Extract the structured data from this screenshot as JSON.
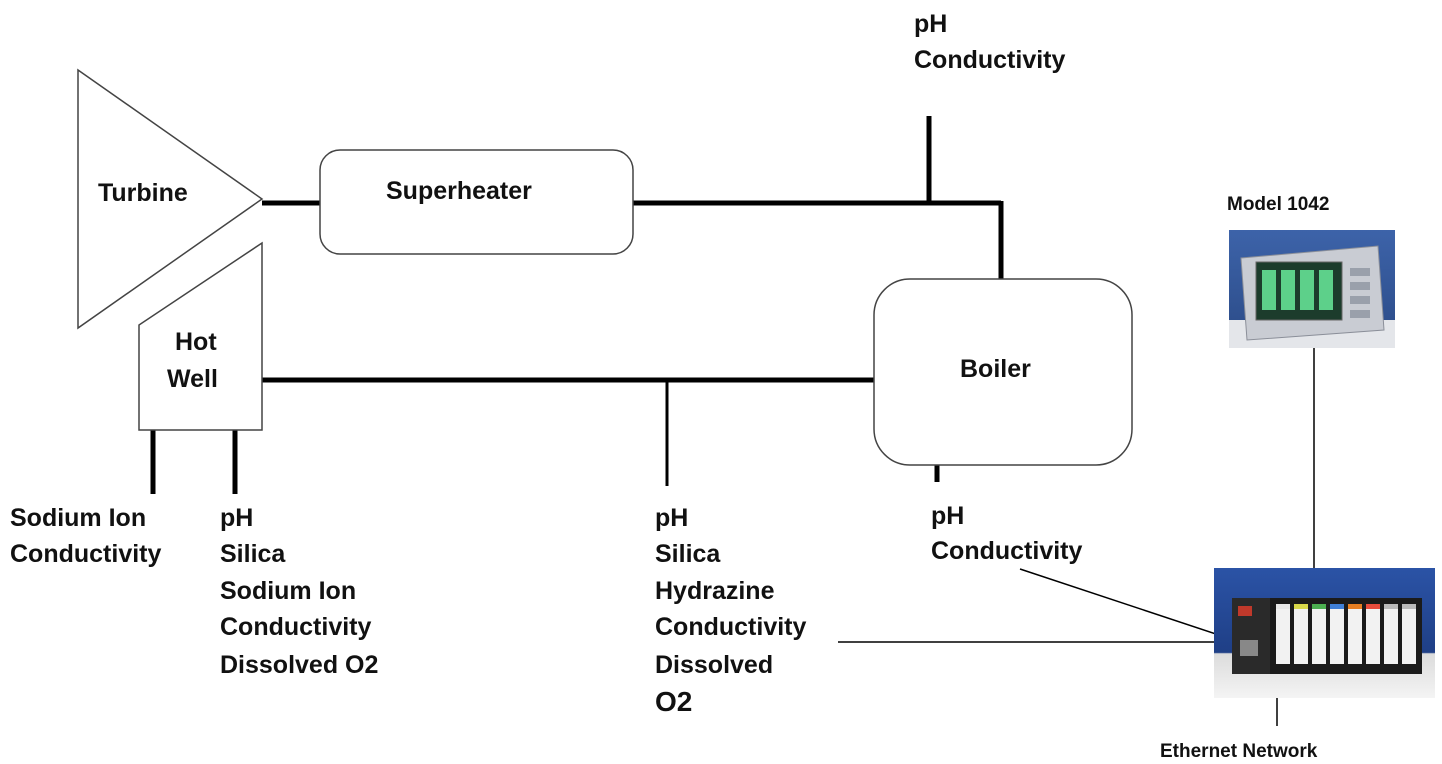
{
  "nodes": {
    "turbine": "Turbine",
    "superheater": "Superheater",
    "boiler": "Boiler",
    "hotwell": {
      "line1": "Hot",
      "line2": "Well"
    },
    "model": "Model 1042",
    "network": "Ethernet Network"
  },
  "probes": {
    "top": [
      "pH",
      "Conductivity"
    ],
    "hotwell_left": [
      "Sodium Ion",
      "Conductivity"
    ],
    "hotwell_right": [
      "pH",
      "Silica",
      "Sodium Ion",
      "Conductivity",
      "Dissolved O2"
    ],
    "feedwater": [
      "pH",
      "Silica",
      "Hydrazine",
      "Conductivity",
      "Dissolved"
    ],
    "feedwater_last": "O2",
    "boiler": [
      "pH",
      "Conductivity"
    ]
  }
}
